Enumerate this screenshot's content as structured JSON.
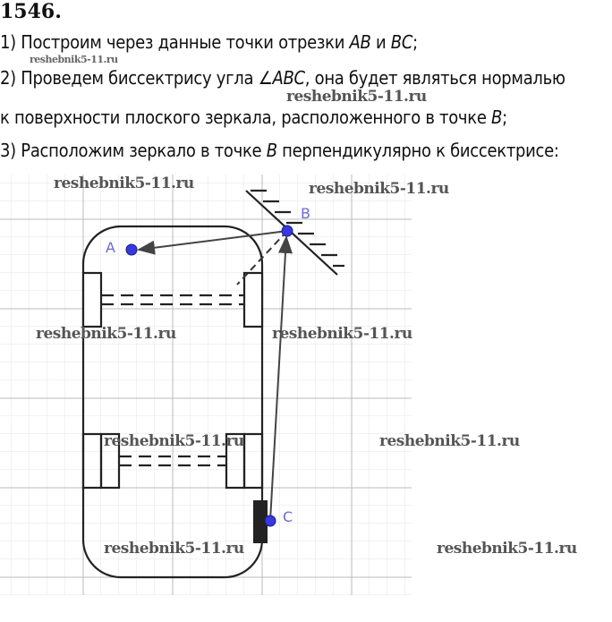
{
  "problem_number": "1546.",
  "lines": [
    {
      "text": "1) Построим через данные точки отрезки ",
      "i1": "AB",
      "mid": " и ",
      "i2": "BC",
      "end": ";"
    },
    {
      "text": "2) Проведем биссектрису угла ",
      "i1": "∠ABC",
      "end": ", она будет являться нормалью"
    },
    {
      "text": "к поверхности плоского зеркала, расположенного в точке ",
      "i1": "B",
      "end": ";"
    },
    {
      "text": "3) Расположим зеркало в точке ",
      "i1": "B",
      "end": " перпендикулярно к биссектрисе:"
    }
  ],
  "diagram": {
    "point_a": "A",
    "point_b": "B",
    "point_c": "C"
  },
  "watermark": "reshebnik5-11.ru"
}
